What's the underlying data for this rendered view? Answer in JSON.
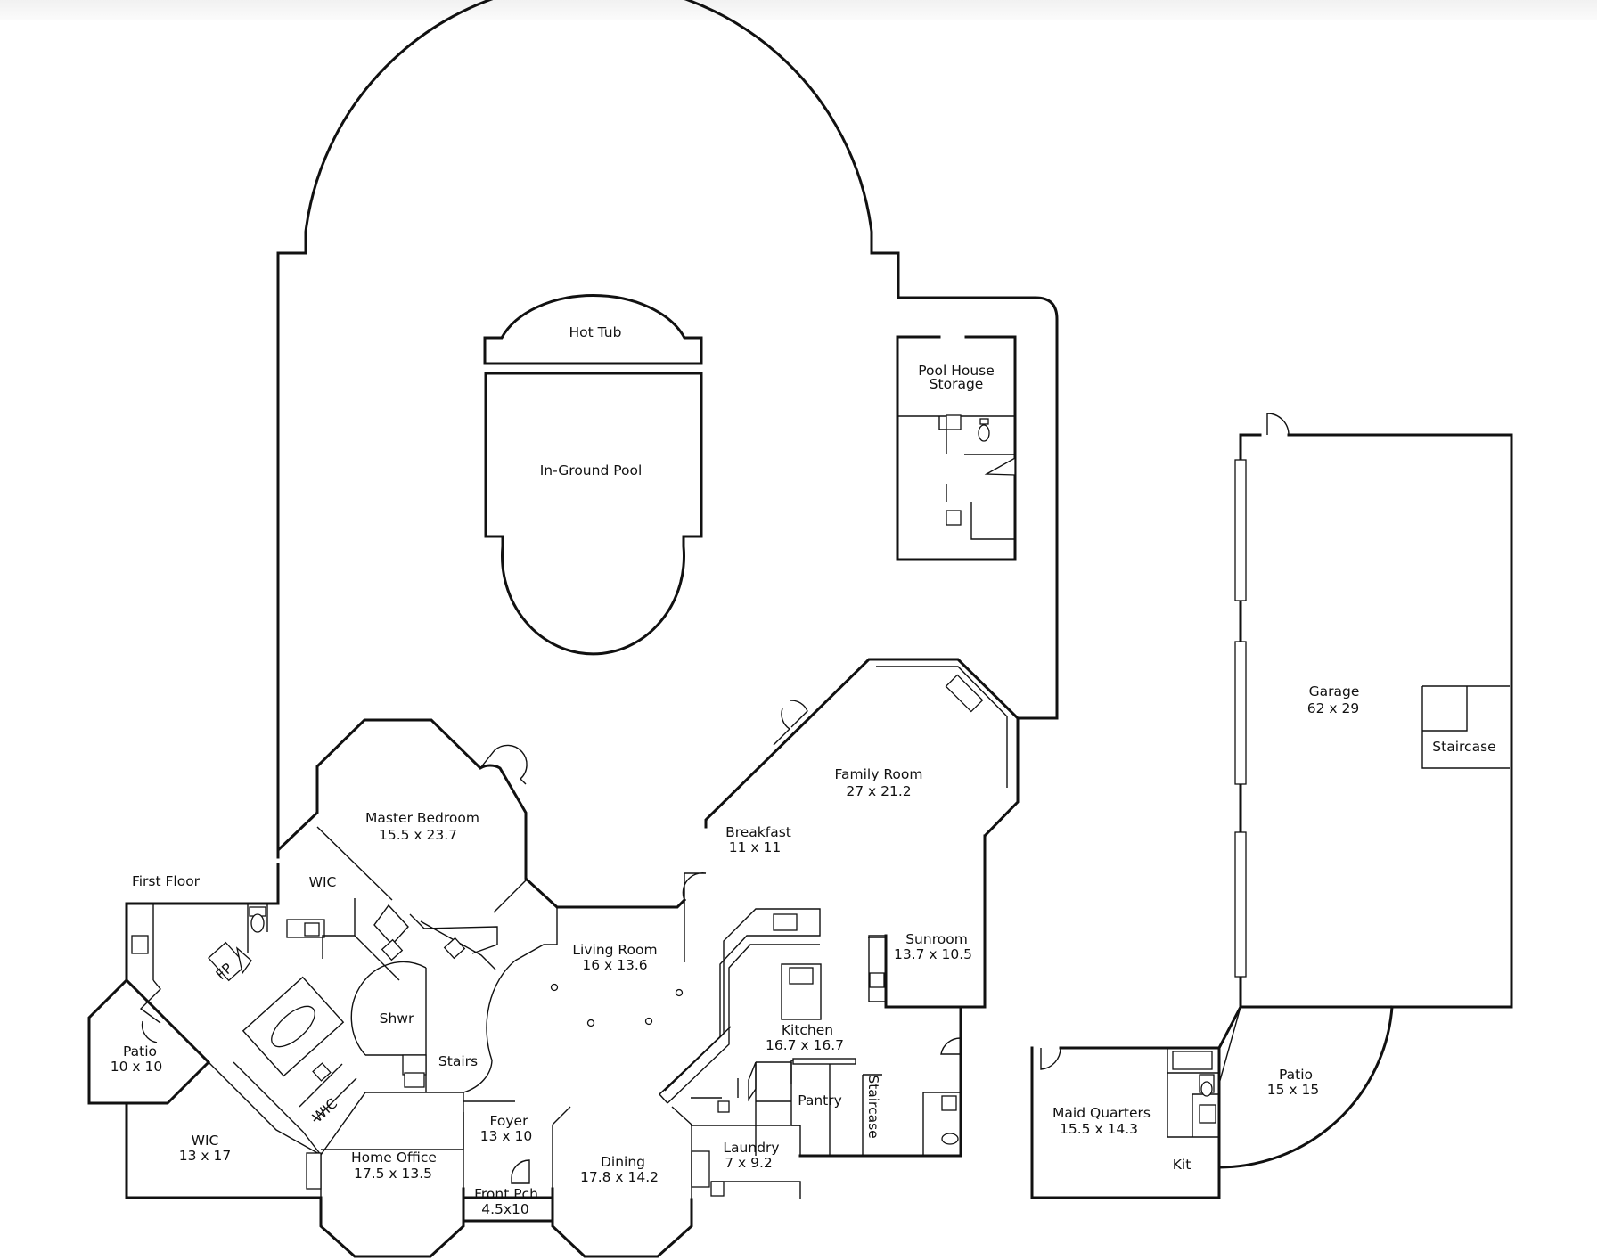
{
  "plan": {
    "floor_label": "First Floor",
    "rooms": [
      {
        "id": "hot-tub",
        "name": "Hot Tub"
      },
      {
        "id": "pool",
        "name": "In-Ground Pool"
      },
      {
        "id": "pool-house",
        "name": "Pool House",
        "name2": "Storage"
      },
      {
        "id": "garage",
        "name": "Garage",
        "dims": "62 x 29"
      },
      {
        "id": "garage-staircase",
        "name": "Staircase"
      },
      {
        "id": "family-room",
        "name": "Family Room",
        "dims": "27 x 21.2"
      },
      {
        "id": "breakfast",
        "name": "Breakfast",
        "dims": "11 x 11"
      },
      {
        "id": "master-bedroom",
        "name": "Master Bedroom",
        "dims": "15.5 x 23.7"
      },
      {
        "id": "wic-upper",
        "name": "WIC"
      },
      {
        "id": "living-room",
        "name": "Living Room",
        "dims": "16 x 13.6"
      },
      {
        "id": "sunroom",
        "name": "Sunroom",
        "dims": "13.7 x 10.5"
      },
      {
        "id": "kitchen",
        "name": "Kitchen",
        "dims": "16.7 x 16.7"
      },
      {
        "id": "pantry",
        "name": "Pantry"
      },
      {
        "id": "staircase",
        "name": "Staircase"
      },
      {
        "id": "shwr",
        "name": "Shwr"
      },
      {
        "id": "stairs",
        "name": "Stairs"
      },
      {
        "id": "fp",
        "name": "FP"
      },
      {
        "id": "patio-left",
        "name": "Patio",
        "dims": "10 x 10"
      },
      {
        "id": "wic-lower",
        "name": "WIC",
        "dims": "13 x 17"
      },
      {
        "id": "wic-diagonal",
        "name": "WIC"
      },
      {
        "id": "home-office",
        "name": "Home Office",
        "dims": "17.5 x 13.5"
      },
      {
        "id": "foyer",
        "name": "Foyer",
        "dims": "13 x 10"
      },
      {
        "id": "front-porch",
        "name": "Front Pch",
        "dims": "4.5x10"
      },
      {
        "id": "dining",
        "name": "Dining",
        "dims": "17.8 x 14.2"
      },
      {
        "id": "laundry",
        "name": "Laundry",
        "dims": "7 x 9.2"
      },
      {
        "id": "maid-quarters",
        "name": "Maid Quarters",
        "dims": "15.5 x 14.3"
      },
      {
        "id": "kit",
        "name": "Kit"
      },
      {
        "id": "patio-right",
        "name": "Patio",
        "dims": "15 x 15"
      }
    ]
  }
}
